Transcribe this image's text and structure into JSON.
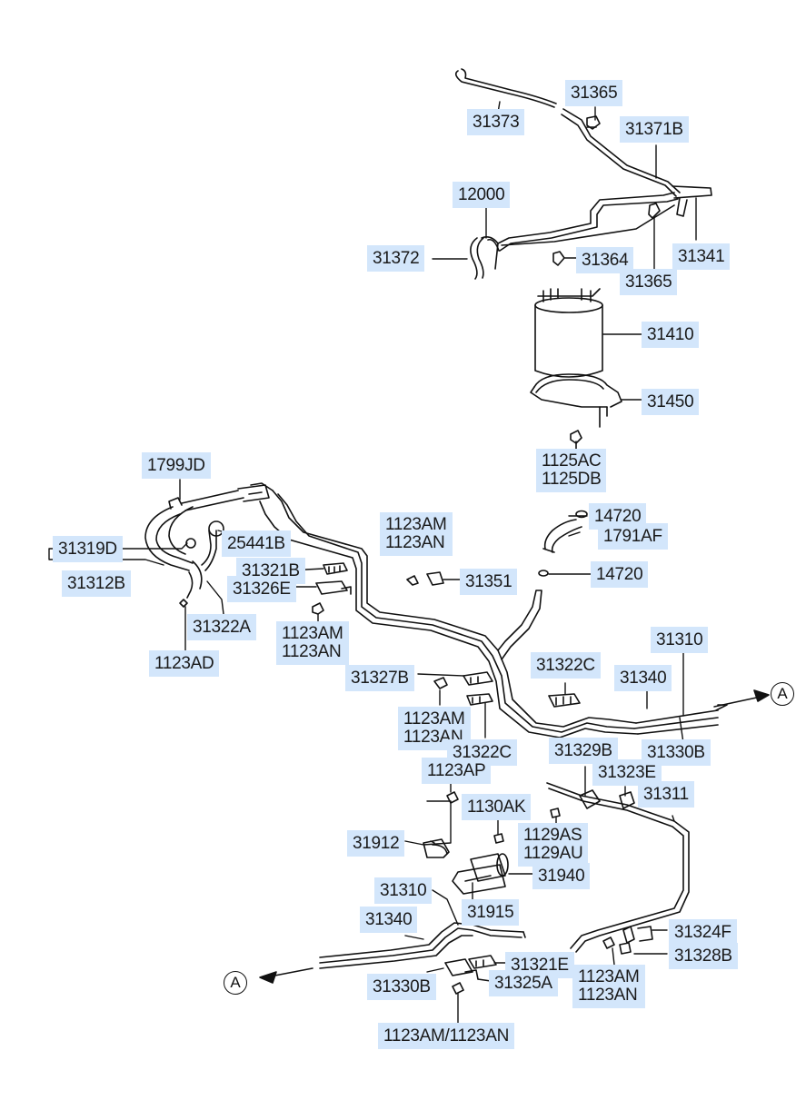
{
  "labels": {
    "p31373": "31373",
    "p31365a": "31365",
    "p31371B": "31371B",
    "p12000": "12000",
    "p31372": "31372",
    "p31364": "31364",
    "p31341": "31341",
    "p31365b": "31365",
    "p31410": "31410",
    "p31450": "31450",
    "p1125AC": "1125AC",
    "p1125DB": "1125DB",
    "p1799JD": "1799JD",
    "p31319D": "31319D",
    "p25441B": "25441B",
    "p31312B": "31312B",
    "p31321Ba": "31321B",
    "p31326E": "31326E",
    "p1123AMa": "1123AM",
    "p1123ANa": "1123AN",
    "p31351": "31351",
    "p14720a": "14720",
    "p1791AF": "1791AF",
    "p14720b": "14720",
    "p31322A": "31322A",
    "p1123AMb": "1123AM",
    "p1123ANb": "1123AN",
    "p1123AD": "1123AD",
    "p31310a": "31310",
    "p31322Ca": "31322C",
    "p31340a": "31340",
    "p31327B": "31327B",
    "p1123AMc": "1123AM",
    "p1123ANc": "1123AN",
    "p31322Cb": "31322C",
    "p31329B": "31329B",
    "p31330Ba": "31330B",
    "p1123AP": "1123AP",
    "p31323E": "31323E",
    "p31311": "31311",
    "p1130AK": "1130AK",
    "p1129AS": "1129AS",
    "p1129AU": "1129AU",
    "p31912": "31912",
    "p31940": "31940",
    "p31310b": "31310",
    "p31915": "31915",
    "p31340b": "31340",
    "p31324F": "31324F",
    "p31321Eb": "31321E",
    "p31328B": "31328B",
    "p31325A": "31325A",
    "p31330Bb": "31330B",
    "p1123AMd": "1123AM",
    "p1123ANd": "1123AN",
    "p1123AMAN": "1123AM/1123AN"
  },
  "markers": {
    "a_right": "A",
    "a_left": "A"
  },
  "colors": {
    "label_bg": "#d3e6fb",
    "line": "#111111"
  }
}
